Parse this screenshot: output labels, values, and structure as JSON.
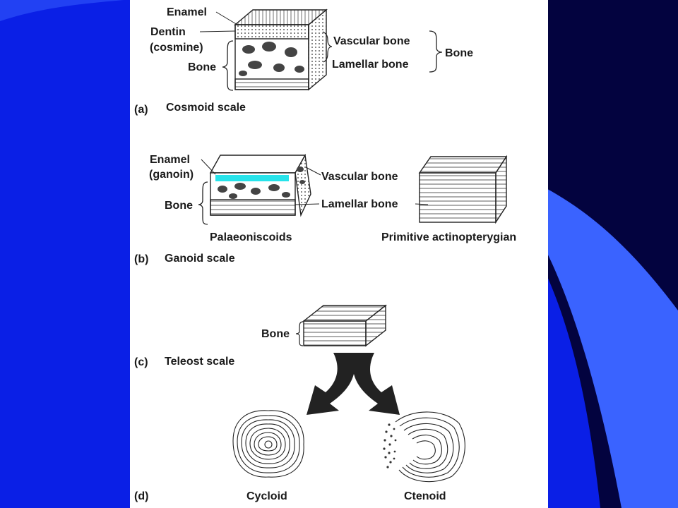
{
  "colors": {
    "background_blue": "#0a1fe6",
    "dark_navy": "#03033f",
    "accent_blue": "#3a63ff",
    "highlight_cyan": "#27e3ea",
    "panel": "#ffffff"
  },
  "panel_a": {
    "caption_letter": "(a)",
    "caption": "Cosmoid scale",
    "label_enamel": "Enamel",
    "label_dentin_1": "Dentin",
    "label_dentin_2": "(cosmine)",
    "label_bone_left": "Bone",
    "label_vascular": "Vascular bone",
    "label_lamellar": "Lamellar bone",
    "label_bone_right": "Bone"
  },
  "panel_b": {
    "caption_letter": "(b)",
    "caption": "Ganoid scale",
    "label_enamel_1": "Enamel",
    "label_enamel_2": "(ganoin)",
    "label_bone": "Bone",
    "label_vascular": "Vascular bone",
    "label_lamellar": "Lamellar bone",
    "sub_left": "Palaeoniscoids",
    "sub_right": "Primitive actinopterygian"
  },
  "panel_c": {
    "caption_letter": "(c)",
    "caption": "Teleost scale",
    "label_bone": "Bone"
  },
  "panel_d": {
    "caption_letter": "(d)",
    "label_cycloid": "Cycloid",
    "label_ctenoid": "Ctenoid"
  }
}
